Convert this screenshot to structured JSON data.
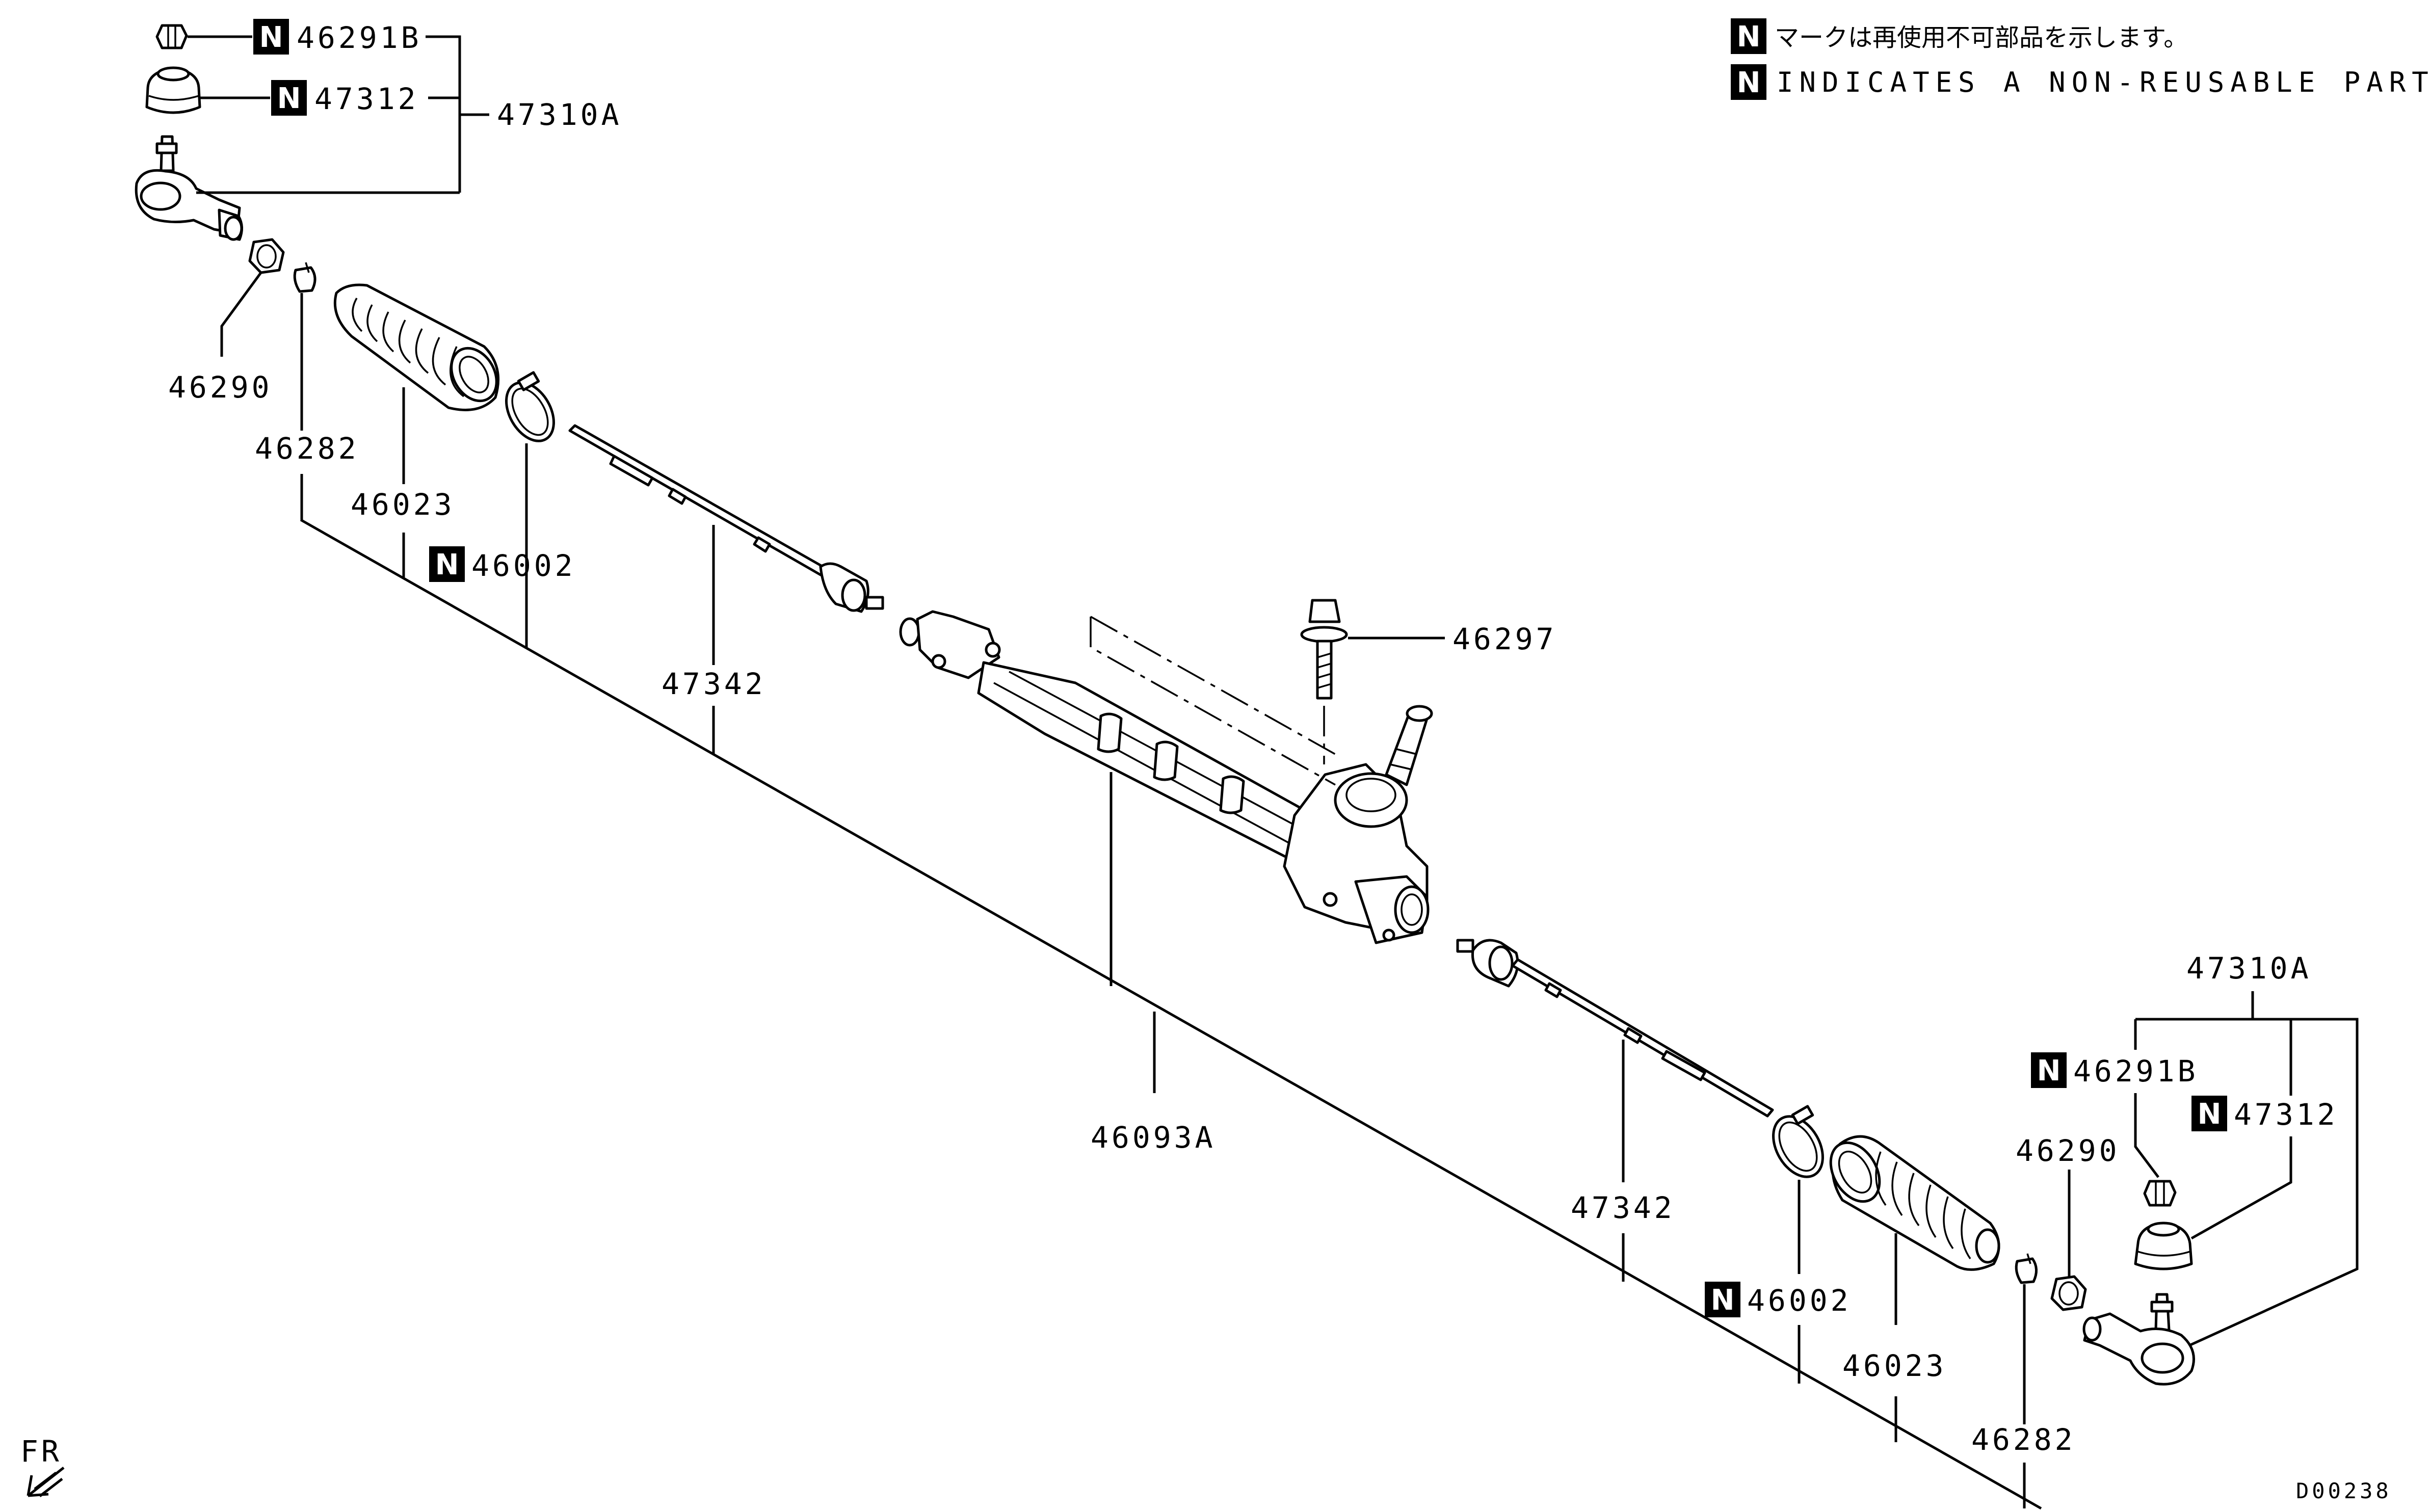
{
  "notes": {
    "jp": "マークは再使用不可部品を示します。",
    "en": "INDICATES A NON-REUSABLE PART."
  },
  "n_mark": "N",
  "fr_label": "FR",
  "diagram_code": "D00238",
  "parts": {
    "p46291B_left": "46291B",
    "p47312_left": "47312",
    "p47310A_left": "47310A",
    "p46290_left": "46290",
    "p46282_left": "46282",
    "p46023_left": "46023",
    "p46002_left": "46002",
    "p47342_left": "47342",
    "p46297": "46297",
    "p46093A": "46093A",
    "p47310A_right": "47310A",
    "p46291B_right": "46291B",
    "p47312_right": "47312",
    "p46290_right": "46290",
    "p47342_right": "47342",
    "p46002_right": "46002",
    "p46023_right": "46023",
    "p46282_right": "46282"
  }
}
